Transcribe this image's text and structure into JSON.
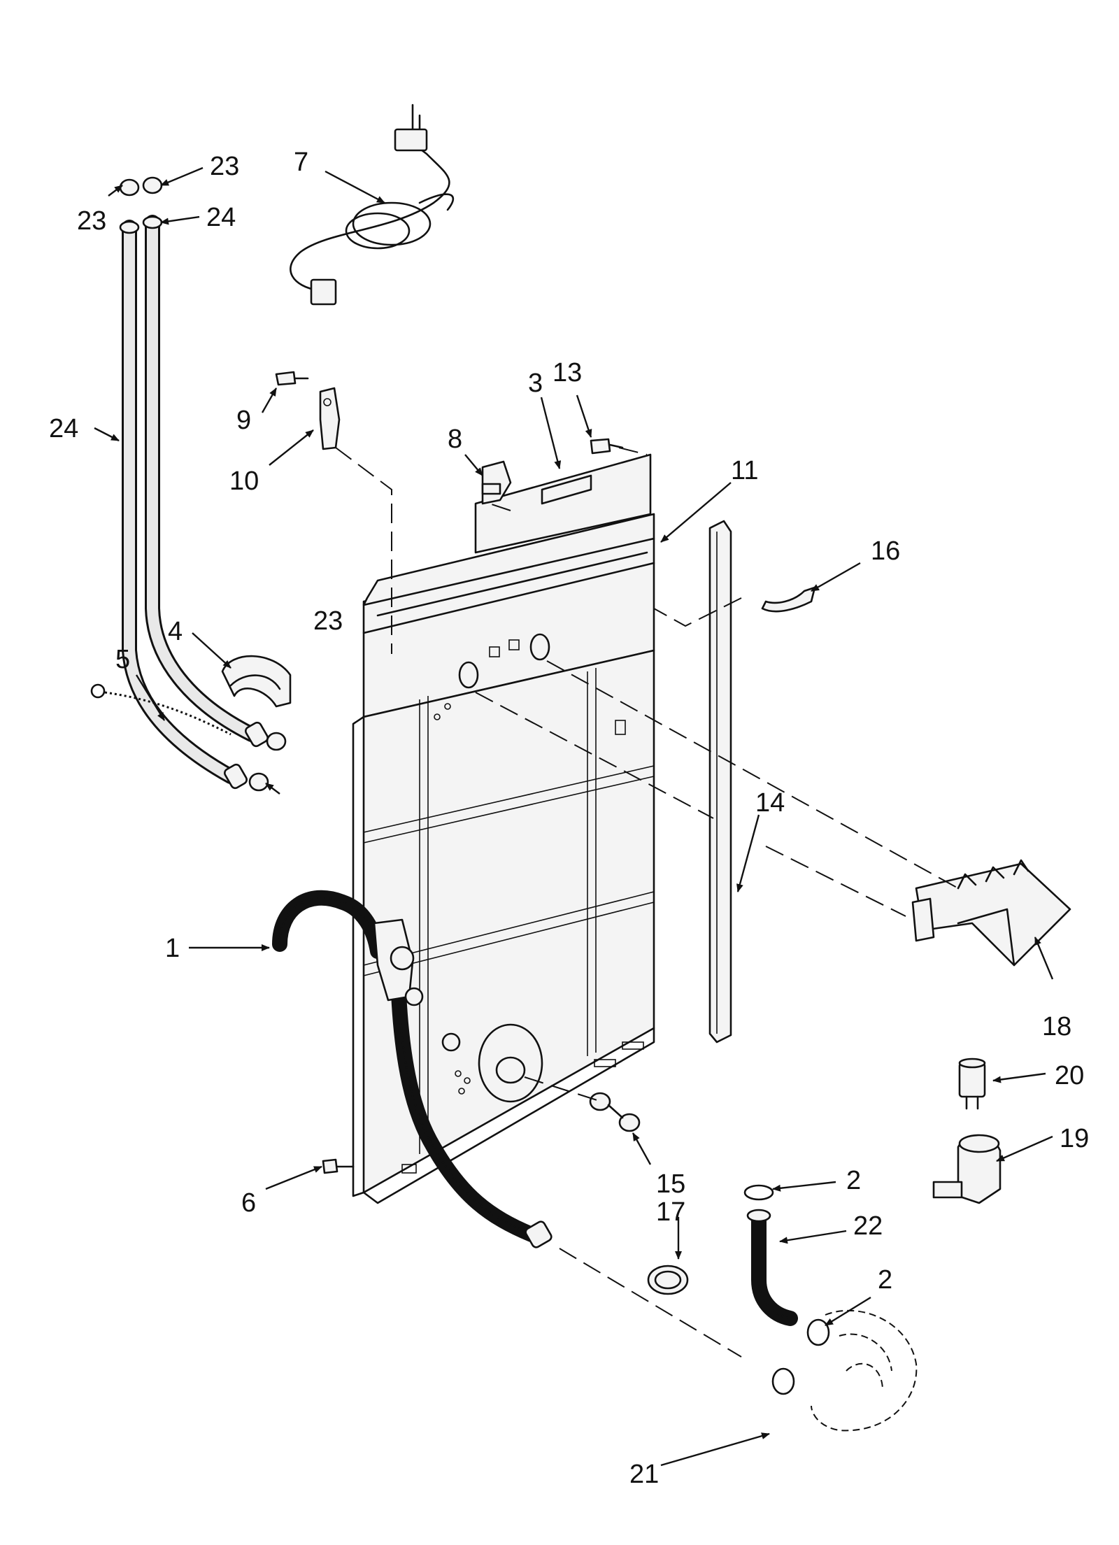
{
  "callouts": {
    "c1": "1",
    "c2a": "2",
    "c2b": "2",
    "c3": "3",
    "c4": "4",
    "c5": "5",
    "c6": "6",
    "c7": "7",
    "c8": "8",
    "c9": "9",
    "c10": "10",
    "c11": "11",
    "c13": "13",
    "c14": "14",
    "c15": "15",
    "c16": "16",
    "c17": "17",
    "c18": "18",
    "c19": "19",
    "c20": "20",
    "c21": "21",
    "c22": "22",
    "c23a": "23",
    "c23b": "23",
    "c23c": "23",
    "c24a": "24",
    "c24b": "24"
  }
}
